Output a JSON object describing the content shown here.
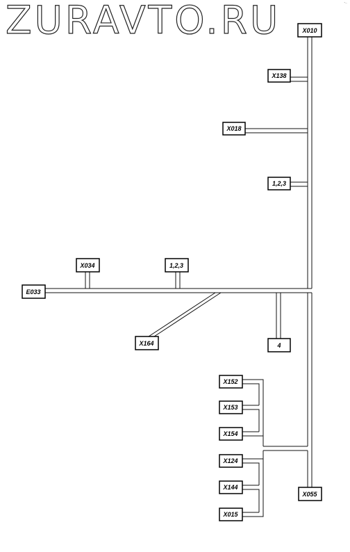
{
  "watermark": "ZURAVTO.RU",
  "corner_mark": "*—",
  "connectors": {
    "x010": "X010",
    "x138": "X138",
    "x018": "X018",
    "c123_right": "1,2,3",
    "x034": "X034",
    "c123_mid": "1,2,3",
    "e033": "E033",
    "x164": "X164",
    "c4": "4",
    "x152": "X152",
    "x153": "X153",
    "x154": "X154",
    "x124": "X124",
    "x144": "X144",
    "x015": "X015",
    "x055": "X055"
  }
}
